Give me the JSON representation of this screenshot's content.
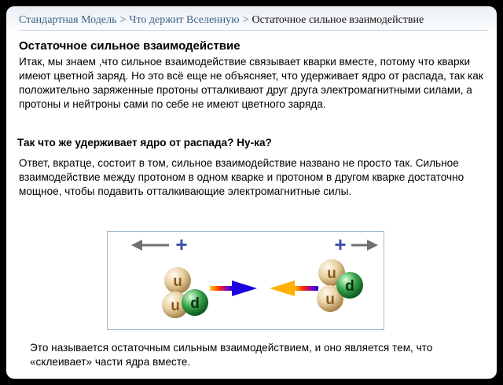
{
  "breadcrumb": {
    "item1": "Стандартная Модель",
    "item2": "Что держит Вселенную",
    "current": "Остаточное сильное взаимодействие",
    "separator": ">"
  },
  "title": "Остаточное сильное взаимодействие",
  "paragraph1": "Итак, мы знаем ,что сильное взаимодействие связывает кварки вместе, потому что кварки имеют цветной заряд. Но это всё еще не объясняет, что удерживает ядро от распада, так как положительно заряженные протоны отталкивают друг друга электромагнитными силами, а протоны и нейтроны сами по себе не имеют цветного заряда.",
  "question": "Так что же удерживает ядро от распада? Ну-ка?",
  "paragraph2": "Ответ, вкратце, состоит в том, сильное взаимодействие названо не просто так. Сильное взаимодействие между протоном в одном кварке и протоном в другом кварке достаточно мощное, чтобы подавить отталкивающие электромагнитные силы.",
  "paragraph3": "Это называется остаточным сильным взаимодействием, и оно является тем, что «склеивает» части ядра вместе.",
  "diagram": {
    "plus_symbol": "+",
    "left_proton_quarks": [
      "u",
      "u",
      "d"
    ],
    "right_proton_quarks": [
      "u",
      "u",
      "d"
    ],
    "colors": {
      "up_quark": "#e7cfa0",
      "down_quark": "#36a24a",
      "plus": "#3b4fa8",
      "arrow_gray": "#707070"
    }
  }
}
